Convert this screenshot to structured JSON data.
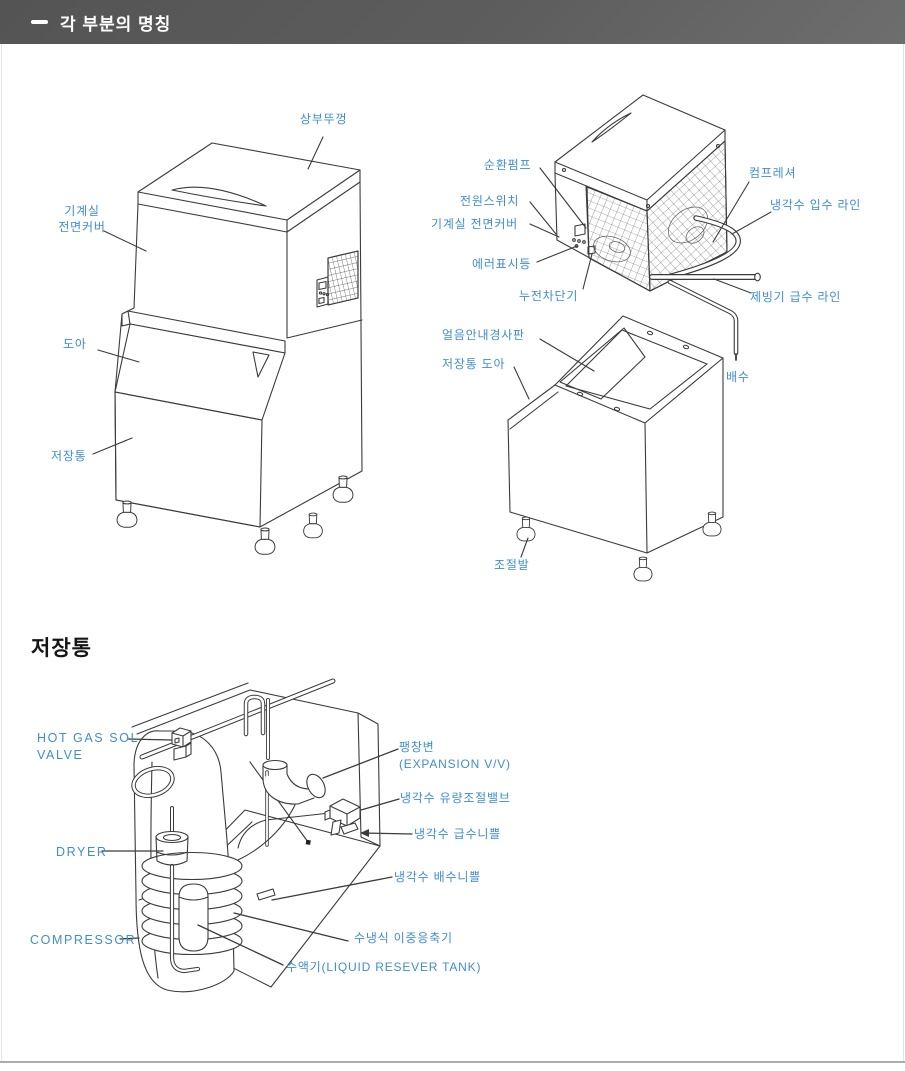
{
  "header": {
    "title": "각 부분의 명칭"
  },
  "section_storage_title": "저장통",
  "colors": {
    "label_blue": "#3f8ed0",
    "line_dark": "#3b3b3b",
    "header_gray": "#5d5d5d",
    "bottom_rule": "#ababab"
  },
  "combined_unit": {
    "labels": {
      "top_lid": "상부뚜껑",
      "front_cover_l1": "기계실",
      "front_cover_l2": "전면커버",
      "door": "도아",
      "storage_bin": "저장통"
    }
  },
  "machine_unit": {
    "labels": {
      "circulation_pump": "순환펌프",
      "power_switch": "전원스위치",
      "front_cover": "기계실 전면커버",
      "error_lamp": "에러표시등",
      "breaker": "누전차단기",
      "compressor": "컴프레셔",
      "cooling_water_inlet": "냉각수 입수 라인",
      "icemaker_supply": "제빙기 급수 라인"
    }
  },
  "storage_bin_unit": {
    "labels": {
      "ice_guide": "얼음안내경사판",
      "bin_door": "저장통 도아",
      "drain": "배수",
      "adjust_foot": "조절발"
    }
  },
  "machine_room": {
    "labels": {
      "hot_gas_l1": "HOT GAS SOL",
      "hot_gas_l2": "VALVE",
      "dryer": "DRYER",
      "compressor": "COMPRESSOR",
      "expansion_l1": "팽창변",
      "expansion_l2": "(EXPANSION V/V)",
      "flow_valve": "냉각수 유량조절밸브",
      "supply_nipple": "냉각수 급수니쁠",
      "drain_nipple": "냉각수 배수니쁠",
      "condenser": "수냉식 이중응축기",
      "receiver": "수액기(LIQUID RESEVER TANK)"
    }
  }
}
